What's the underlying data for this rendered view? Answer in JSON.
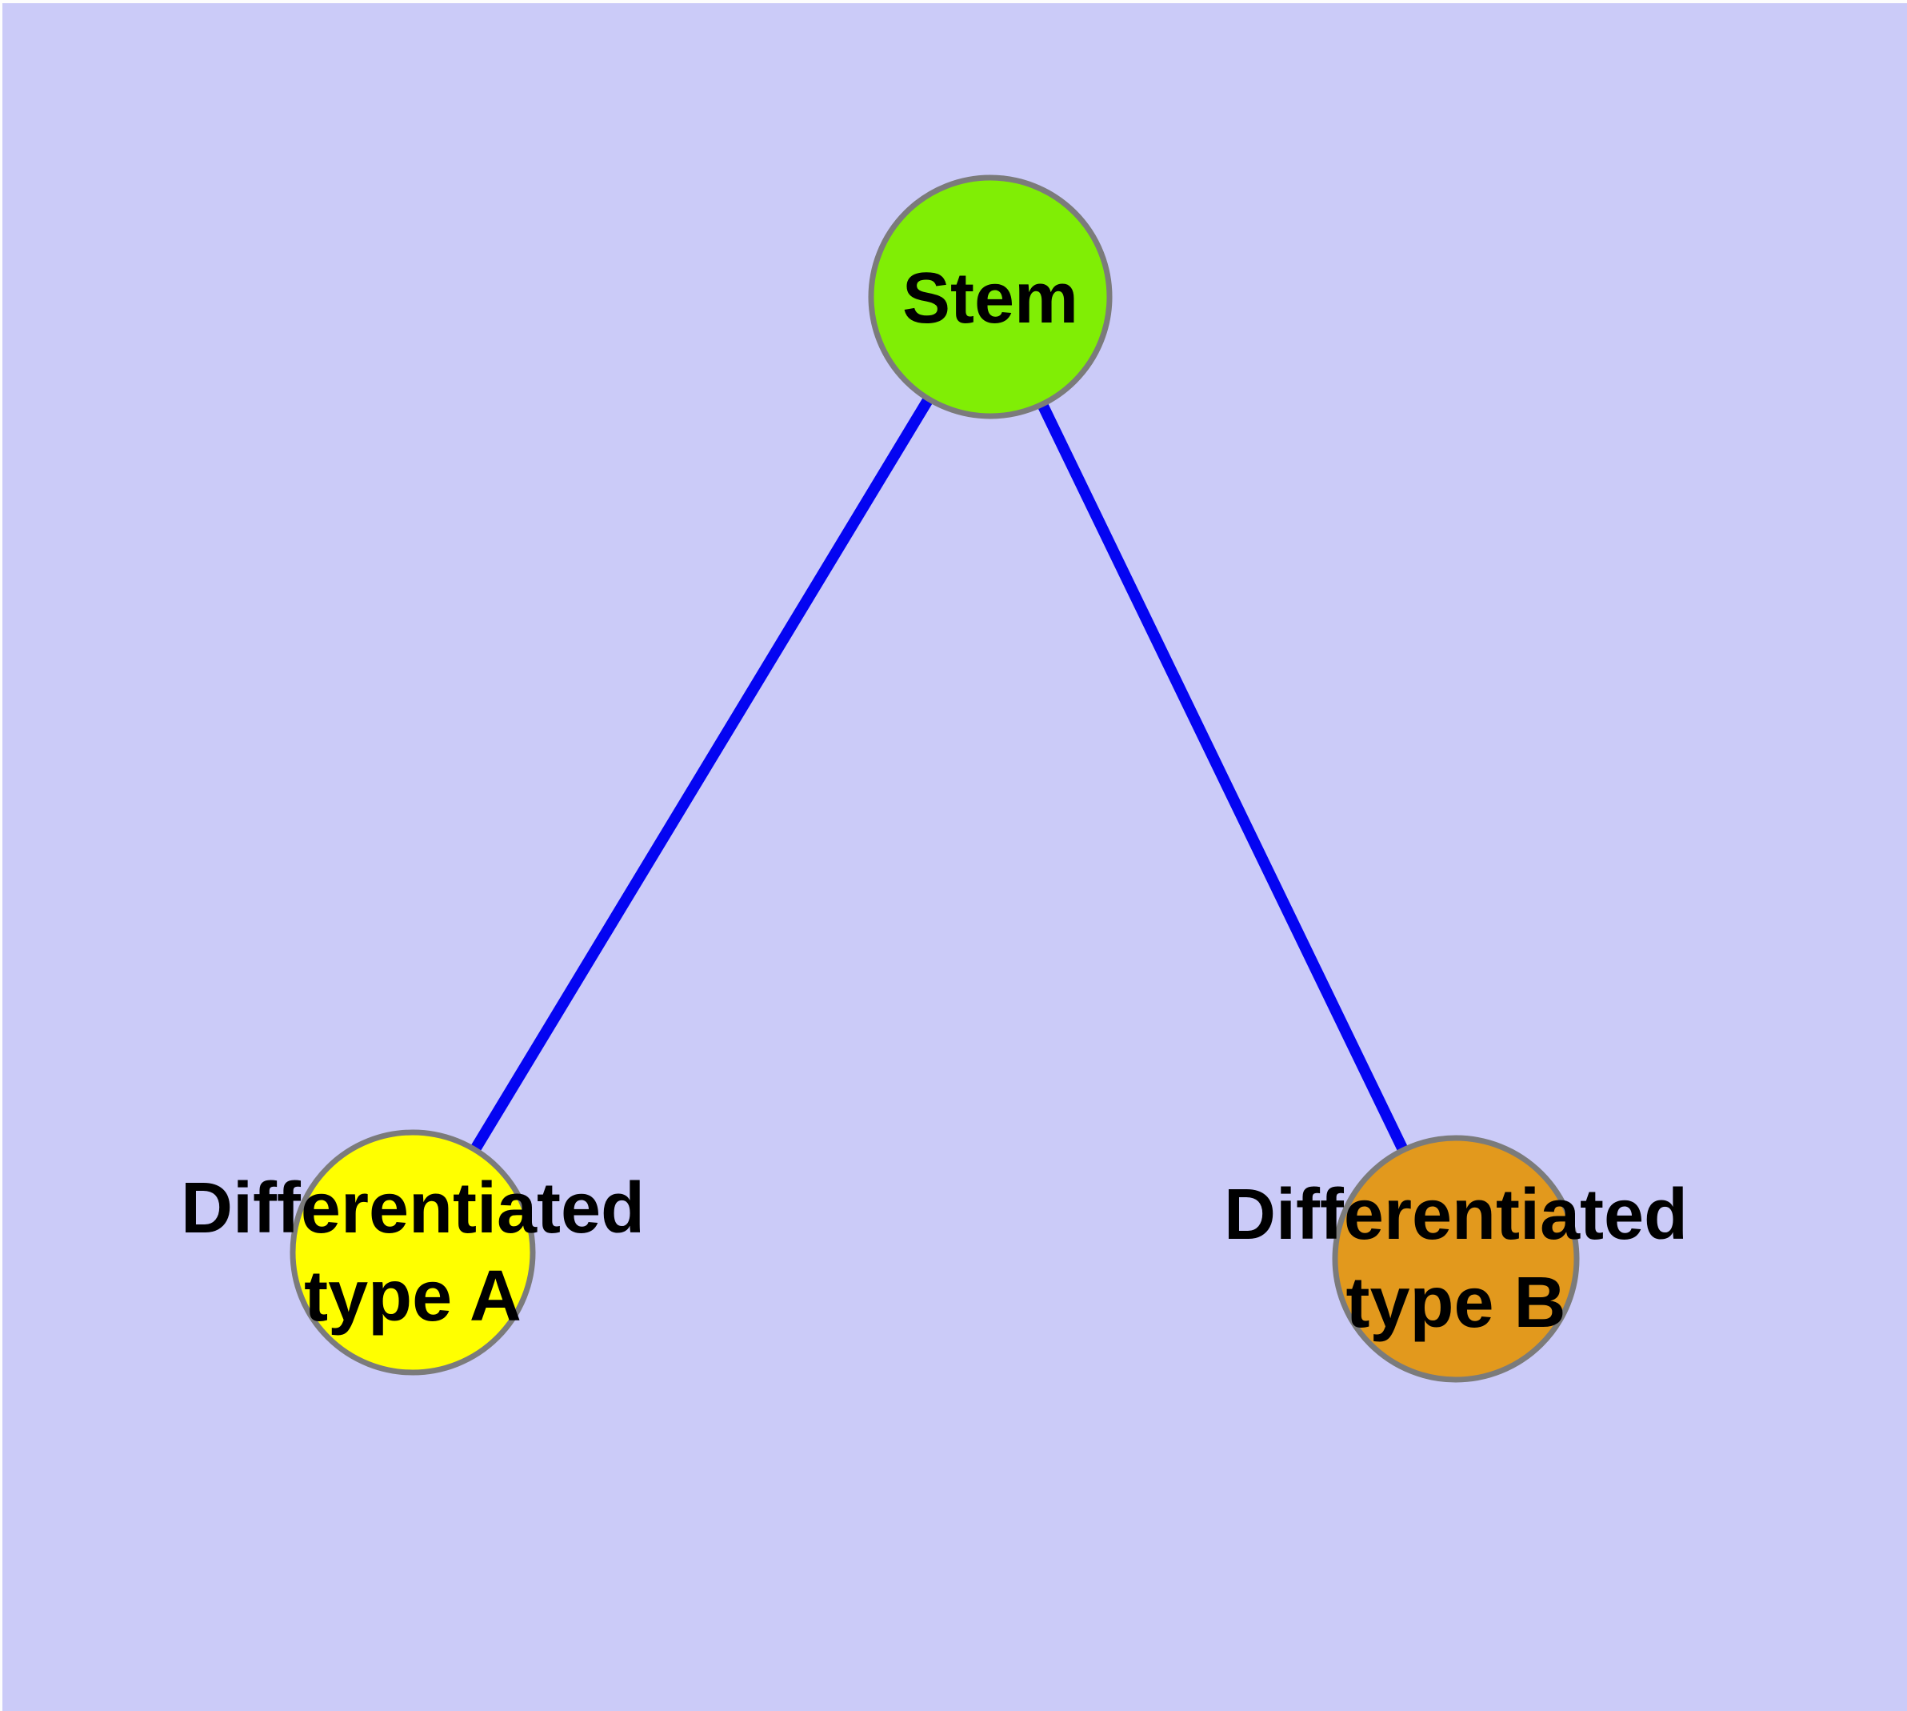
{
  "diagram": {
    "background_color": "#CBCBF8",
    "page_edge_color": "#FDFDFD",
    "edge_color": "#0404F2",
    "node_border_color": "#7B7B7B",
    "nodes": {
      "stem": {
        "label": "Stem",
        "fill_color": "#80EE05"
      },
      "type_a": {
        "label_line1": "Differentiated",
        "label_line2": "type A",
        "fill_color": "#FFFF00"
      },
      "type_b": {
        "label_line1": "Differentiated",
        "label_line2": "type B",
        "fill_color": "#E2991D"
      }
    },
    "edges": [
      {
        "from": "stem",
        "to": "type_a"
      },
      {
        "from": "stem",
        "to": "type_b"
      }
    ]
  }
}
